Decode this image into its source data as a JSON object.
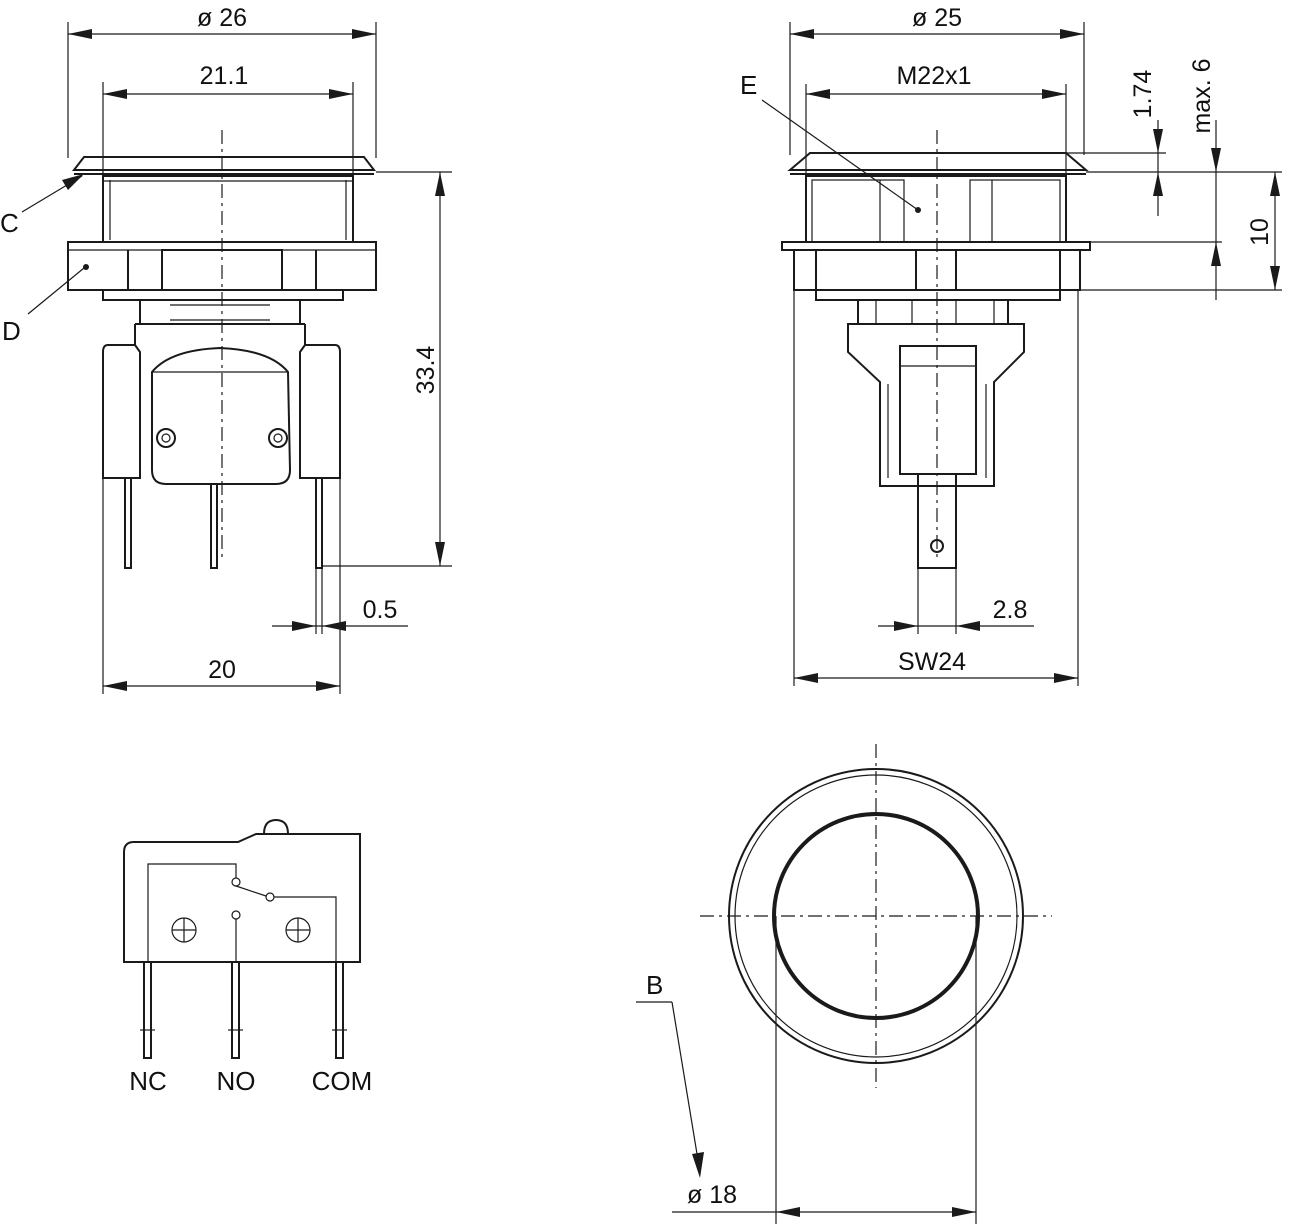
{
  "drawing": {
    "front_view": {
      "dim_outer_diameter": "ø 26",
      "dim_inner_width": "21.1",
      "dim_height": "33.4",
      "dim_pin_thickness": "0.5",
      "dim_pin_span": "20",
      "label_c": "C",
      "label_d": "D"
    },
    "side_view": {
      "dim_outer_diameter": "ø 25",
      "dim_thread": "M22x1",
      "dim_cap_height": "1.74",
      "dim_max": "max. 6",
      "dim_panel": "10",
      "dim_terminal_width": "2.8",
      "dim_wrench": "SW24",
      "label_e": "E"
    },
    "schematic": {
      "terminal_nc": "NC",
      "terminal_no": "NO",
      "terminal_com": "COM"
    },
    "top_view": {
      "dim_button_diameter": "ø 18",
      "label_b": "B"
    }
  }
}
